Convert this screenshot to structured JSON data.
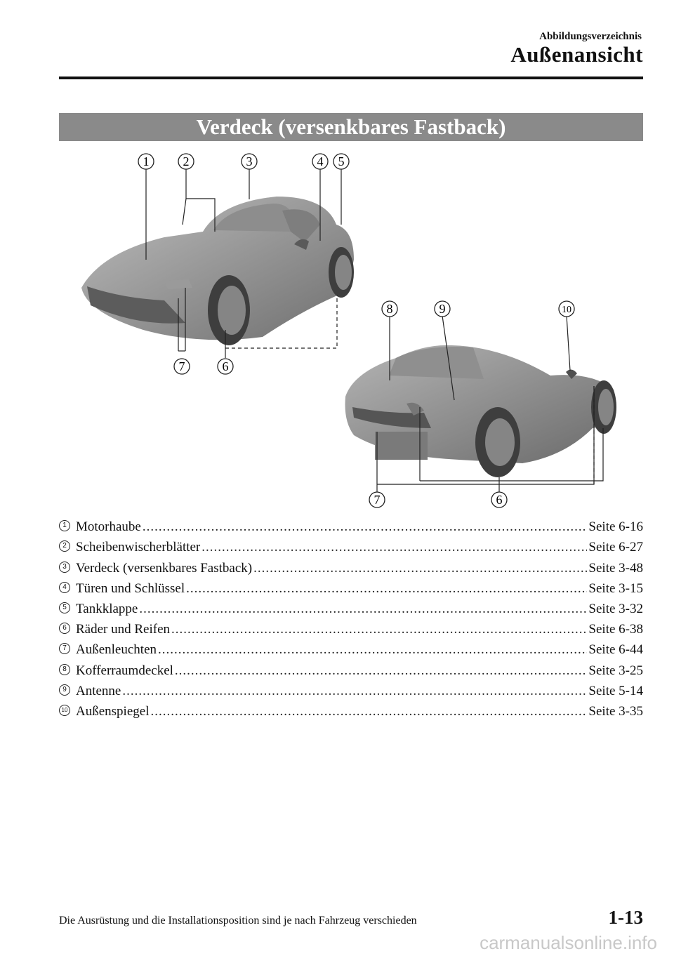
{
  "header": {
    "section": "Abbildungsverzeichnis",
    "title": "Außenansicht"
  },
  "banner": "Verdeck (versenkbares Fastback)",
  "callouts": [
    "1",
    "2",
    "3",
    "4",
    "5",
    "6",
    "7",
    "8",
    "9",
    "10"
  ],
  "items": [
    {
      "num": "1",
      "label": "Motorhaube",
      "ref": "Seite 6-16"
    },
    {
      "num": "2",
      "label": "Scheibenwischerblätter",
      "ref": "Seite 6-27"
    },
    {
      "num": "3",
      "label": "Verdeck (versenkbares Fastback)",
      "ref": "Seite 3-48"
    },
    {
      "num": "4",
      "label": "Türen und Schlüssel",
      "ref": "Seite 3-15"
    },
    {
      "num": "5",
      "label": "Tankklappe",
      "ref": "Seite 3-32"
    },
    {
      "num": "6",
      "label": "Räder und Reifen",
      "ref": "Seite 6-38"
    },
    {
      "num": "7",
      "label": "Außenleuchten",
      "ref": "Seite 6-44"
    },
    {
      "num": "8",
      "label": "Kofferraumdeckel",
      "ref": "Seite 3-25"
    },
    {
      "num": "9",
      "label": "Antenne",
      "ref": "Seite 5-14"
    },
    {
      "num": "10",
      "label": "Außenspiegel",
      "ref": "Seite 3-35"
    }
  ],
  "footer": {
    "note": "Die Ausrüstung und die Installationsposition sind je nach Fahrzeug verschieden",
    "page": "1-13",
    "watermark": "carmanualsonline.info"
  }
}
